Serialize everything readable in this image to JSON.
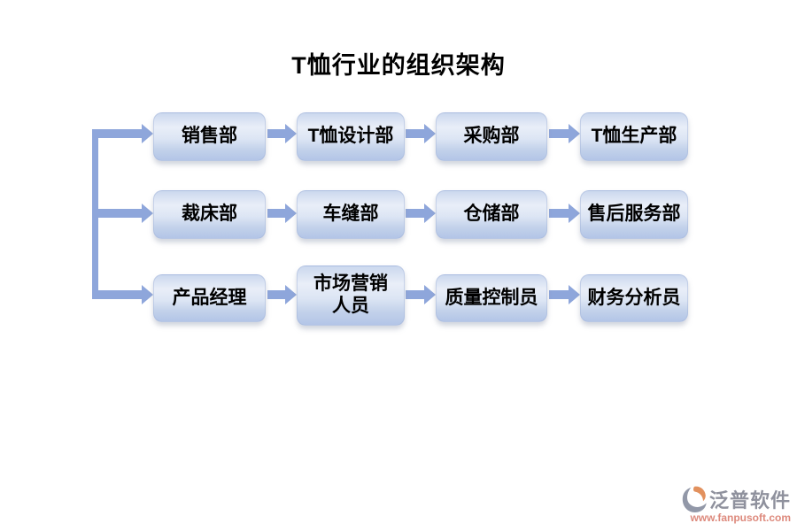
{
  "title": "T恤行业的组织架构",
  "diagram": {
    "rows": [
      {
        "items": [
          {
            "label": "销售部"
          },
          {
            "label": "T恤设计部"
          },
          {
            "label": "采购部"
          },
          {
            "label": "T恤生产部"
          }
        ]
      },
      {
        "items": [
          {
            "label": "裁床部"
          },
          {
            "label": "车缝部"
          },
          {
            "label": "仓储部"
          },
          {
            "label": "售后服务部"
          }
        ]
      },
      {
        "items": [
          {
            "label": "产品经理"
          },
          {
            "label": "市场营销\n人员"
          },
          {
            "label": "质量控制员"
          },
          {
            "label": "财务分析员"
          }
        ]
      }
    ],
    "connector_color": "#8ea6db",
    "box_gradient_top": "#cbd8ee",
    "box_gradient_mid": "#e9eef8",
    "box_gradient_bottom": "#b3c5e7",
    "text_color": "#000000"
  },
  "watermark": {
    "brand": "泛普软件",
    "url": "www.fanpusoft.com",
    "brand_color": "#8f919d",
    "url_color": "#dd897c",
    "icon_gray": "#9298a8",
    "icon_orange": "#e2915e"
  }
}
